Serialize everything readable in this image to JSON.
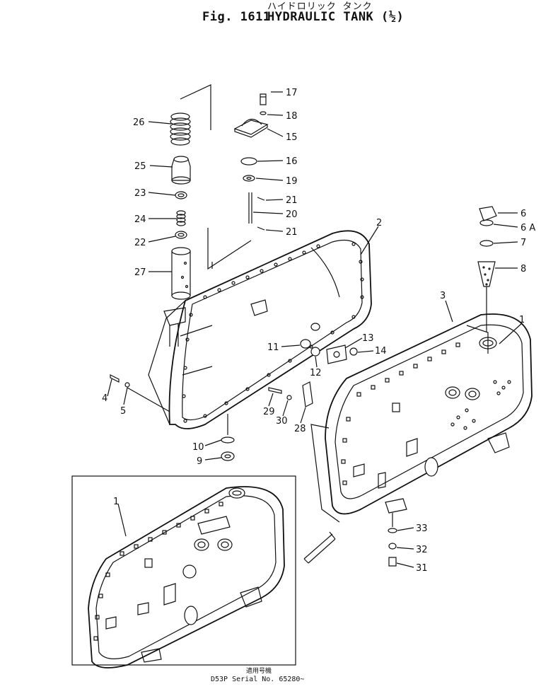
{
  "header": {
    "jp_title": "ハイドロリック タンク",
    "fig_label": "Fig. 1611",
    "title": "HYDRAULIC TANK (½)"
  },
  "footer": {
    "jp_note": "適用号機",
    "serial": "D53P  Serial  No. 65280~"
  },
  "callouts": {
    "c1": "1",
    "c1b": "1",
    "c2": "2",
    "c3": "3",
    "c4": "4",
    "c5": "5",
    "c6": "6",
    "c6a": "6 A",
    "c7": "7",
    "c8": "8",
    "c9": "9",
    "c10": "10",
    "c11": "11",
    "c12": "12",
    "c13": "13",
    "c14": "14",
    "c15": "15",
    "c16": "16",
    "c17": "17",
    "c18": "18",
    "c19": "19",
    "c20": "20",
    "c21a": "21",
    "c21b": "21",
    "c22": "22",
    "c23": "23",
    "c24": "24",
    "c25": "25",
    "c26": "26",
    "c27": "27",
    "c28": "28",
    "c29": "29",
    "c30": "30",
    "c31": "31",
    "c32": "32",
    "c33": "33"
  }
}
